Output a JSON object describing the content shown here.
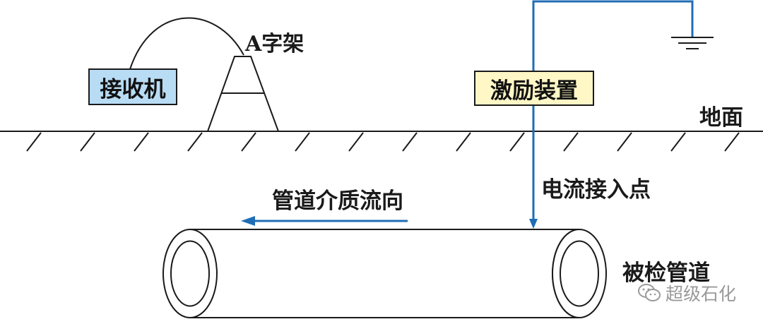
{
  "receiver": {
    "label": "接收机"
  },
  "a_frame": {
    "label": "A字架"
  },
  "exciter": {
    "label": "激励装置"
  },
  "ground": {
    "label": "地面"
  },
  "injection_point": {
    "label": "电流接入点"
  },
  "flow_direction": {
    "label": "管道介质流向"
  },
  "pipe": {
    "label": "被检管道"
  },
  "watermark": {
    "text": "超级石化",
    "icon": "wechat-icon"
  },
  "colors": {
    "receiver_fill": "#b8dcf4",
    "exciter_fill": "#fff7c6",
    "current_line": "#1f6db5",
    "outline": "#1a1a1a"
  }
}
